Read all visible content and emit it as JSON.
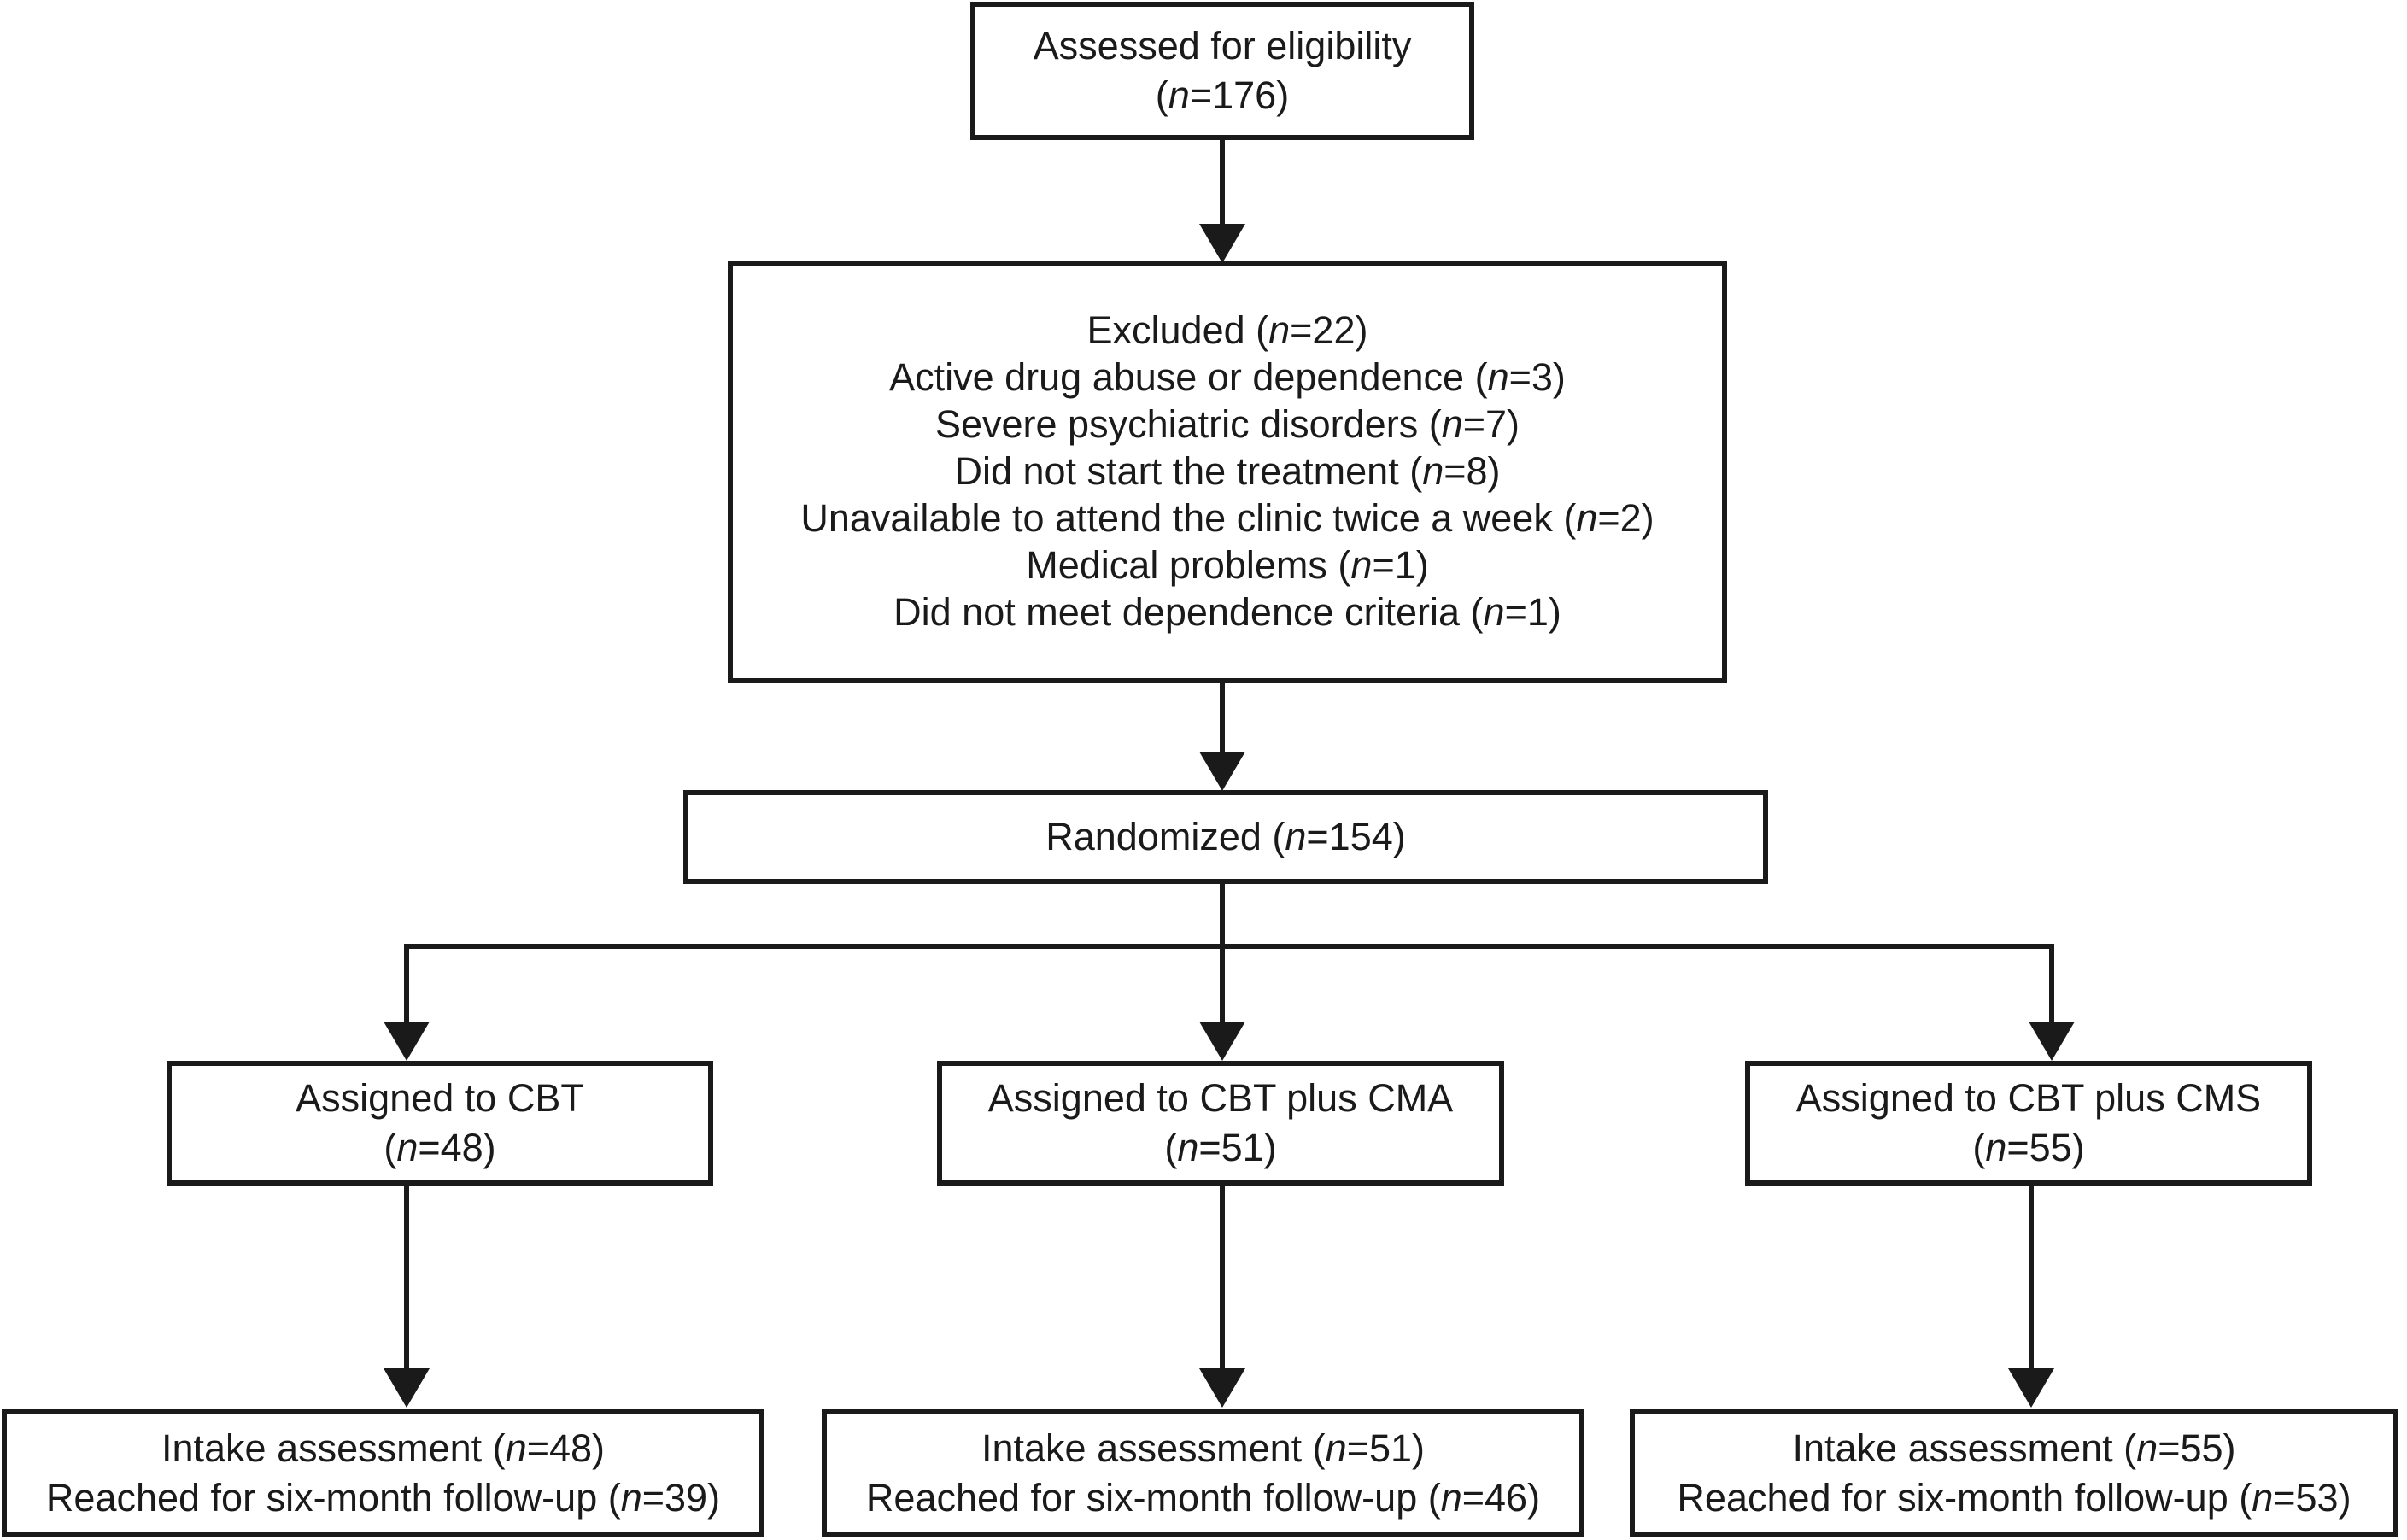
{
  "diagram": {
    "title": "CONSORT participant flow diagram",
    "colors": {
      "stroke": "#1a1a1a",
      "background": "#ffffff"
    },
    "nodes": {
      "assessed": {
        "lines": [
          "Assessed for eligibility",
          "(n=176)"
        ],
        "l1": "Assessed for eligibility",
        "l2_pre": "(",
        "l2_n": "n",
        "l2_post": "=176)"
      },
      "excluded": {
        "lines": [
          "Excluded (n=22)",
          "Active drug abuse or dependence (n=3)",
          "Severe psychiatric disorders (n=7)",
          "Did not start the treatment (n=8)",
          "Unavailable to attend the clinic twice a week (n=2)",
          "Medical problems (n=1)",
          "Did not meet dependence criteria (n=1)"
        ],
        "r1_pre": "Excluded (",
        "r1_n": "n",
        "r1_post": "=22)",
        "r2_pre": "Active drug abuse or dependence (",
        "r2_n": "n",
        "r2_post": "=3)",
        "r3_pre": "Severe psychiatric disorders (",
        "r3_n": "n",
        "r3_post": "=7)",
        "r4_pre": "Did not start the treatment (",
        "r4_n": "n",
        "r4_post": "=8)",
        "r5_pre": "Unavailable to attend the clinic twice a week (",
        "r5_n": "n",
        "r5_post": "=2)",
        "r6_pre": "Medical problems (",
        "r6_n": "n",
        "r6_post": "=1)",
        "r7_pre": "Did not meet dependence criteria (",
        "r7_n": "n",
        "r7_post": "=1)"
      },
      "randomized": {
        "lines": [
          "Randomized (n=154)"
        ],
        "l1_pre": "Randomized (",
        "l1_n": "n",
        "l1_post": "=154)"
      },
      "assigned_cbt": {
        "lines": [
          "Assigned to CBT",
          "(n=48)"
        ],
        "l1": "Assigned to CBT",
        "l2_pre": "(",
        "l2_n": "n",
        "l2_post": "=48)"
      },
      "assigned_cbt_cma": {
        "lines": [
          "Assigned to CBT plus CMA",
          "(n=51)"
        ],
        "l1": "Assigned to CBT plus CMA",
        "l2_pre": "(",
        "l2_n": "n",
        "l2_post": "=51)"
      },
      "assigned_cbt_cms": {
        "lines": [
          "Assigned to CBT plus CMS",
          "(n=55)"
        ],
        "l1": "Assigned to CBT plus CMS",
        "l2_pre": "(",
        "l2_n": "n",
        "l2_post": "=55)"
      },
      "outcome_cbt": {
        "lines": [
          "Intake assessment (n=48)",
          "Reached for six-month follow-up (n=39)"
        ],
        "l1_pre": "Intake assessment (",
        "l1_n": "n",
        "l1_post": "=48)",
        "l2_pre": "Reached for six-month follow-up (",
        "l2_n": "n",
        "l2_post": "=39)"
      },
      "outcome_cbt_cma": {
        "lines": [
          "Intake assessment (n=51)",
          "Reached for six-month follow-up (n=46)"
        ],
        "l1_pre": "Intake assessment (",
        "l1_n": "n",
        "l1_post": "=51)",
        "l2_pre": "Reached for six-month follow-up (",
        "l2_n": "n",
        "l2_post": "=46)"
      },
      "outcome_cbt_cms": {
        "lines": [
          "Intake assessment (n=55)",
          "Reached for six-month follow-up (n=53)"
        ],
        "l1_pre": "Intake assessment (",
        "l1_n": "n",
        "l1_post": "=55)",
        "l2_pre": "Reached for six-month follow-up (",
        "l2_n": "n",
        "l2_post": "=53)"
      }
    },
    "chart_data": {
      "type": "table",
      "title": "CONSORT flow of participants",
      "stages": [
        {
          "stage": "Assessed for eligibility",
          "n": 176
        },
        {
          "stage": "Excluded",
          "n": 22
        },
        {
          "stage": "Randomized",
          "n": 154
        }
      ],
      "exclusion_reasons": [
        {
          "reason": "Active drug abuse or dependence",
          "n": 3
        },
        {
          "reason": "Severe psychiatric disorders",
          "n": 7
        },
        {
          "reason": "Did not start the treatment",
          "n": 8
        },
        {
          "reason": "Unavailable to attend the clinic twice a week",
          "n": 2
        },
        {
          "reason": "Medical problems",
          "n": 1
        },
        {
          "reason": "Did not meet dependence criteria",
          "n": 1
        }
      ],
      "arms": [
        {
          "name": "CBT",
          "assigned": 48,
          "intake_assessment": 48,
          "reached_six_month_followup": 39
        },
        {
          "name": "CBT plus CMA",
          "assigned": 51,
          "intake_assessment": 51,
          "reached_six_month_followup": 46
        },
        {
          "name": "CBT plus CMS",
          "assigned": 55,
          "intake_assessment": 55,
          "reached_six_month_followup": 53
        }
      ]
    }
  }
}
